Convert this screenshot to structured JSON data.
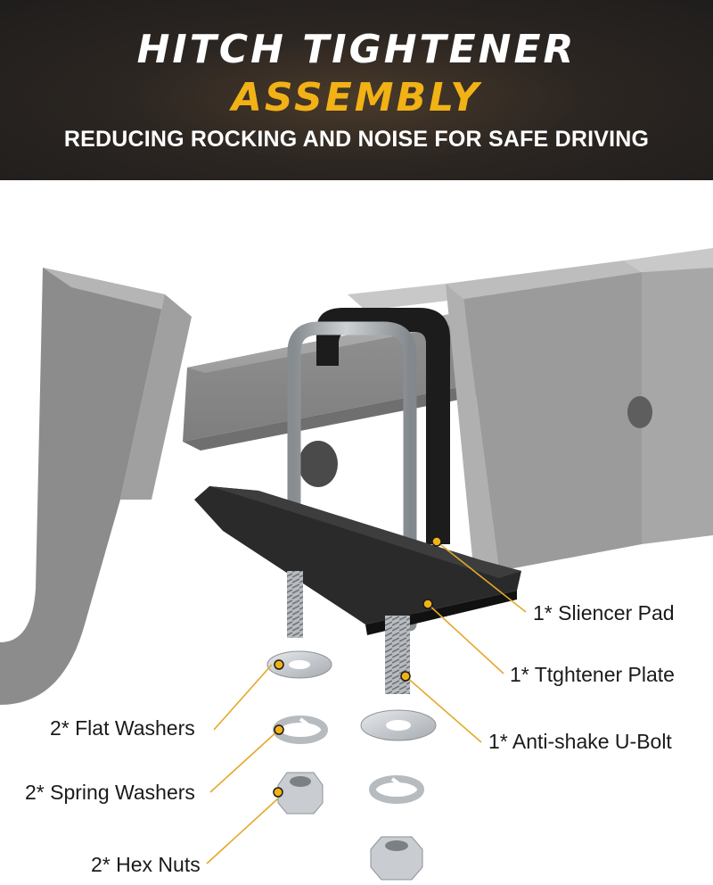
{
  "header": {
    "title_line1": "HITCH TIGHTENER",
    "title_line2": "ASSEMBLY",
    "subtitle": "REDUCING ROCKING AND NOISE FOR SAFE DRIVING"
  },
  "callouts": {
    "silencer_pad": "1* Sliencer Pad",
    "tightener_plate": "1* Ttghtener Plate",
    "u_bolt": "1* Anti-shake U-Bolt",
    "flat_washers": "2* Flat Washers",
    "spring_washers": "2* Spring Washers",
    "hex_nuts": "2* Hex Nuts"
  },
  "colors": {
    "banner_dark": "#1f1d1c",
    "accent_yellow": "#f2b216",
    "leader_line": "#e3a92a",
    "steel_gray": "#9a9a9a",
    "plate_black": "#1c1c1c"
  }
}
